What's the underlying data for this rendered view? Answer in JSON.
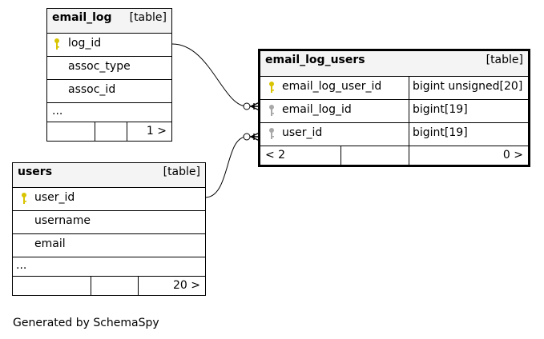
{
  "tables": {
    "email_log": {
      "name": "email_log",
      "type": "[table]",
      "columns": [
        "log_id",
        "assoc_type",
        "assoc_id"
      ],
      "more": "...",
      "footer_right": "1 >"
    },
    "users": {
      "name": "users",
      "type": "[table]",
      "columns": [
        "user_id",
        "username",
        "email"
      ],
      "more": "...",
      "footer_right": "20 >"
    },
    "email_log_users": {
      "name": "email_log_users",
      "type": "[table]",
      "columns": [
        {
          "name": "email_log_user_id",
          "type": "bigint unsigned[20]"
        },
        {
          "name": "email_log_id",
          "type": "bigint[19]"
        },
        {
          "name": "user_id",
          "type": "bigint[19]"
        }
      ],
      "footer_left": "< 2",
      "footer_right": "0 >"
    }
  },
  "colors": {
    "primary_key": "#d8c400",
    "foreign_key": "#a8a8a8",
    "header_bg": "#f4f4f4"
  },
  "icons": {
    "primary_key": "key-icon",
    "foreign_key": "key-icon"
  },
  "footer": "Generated by SchemaSpy"
}
